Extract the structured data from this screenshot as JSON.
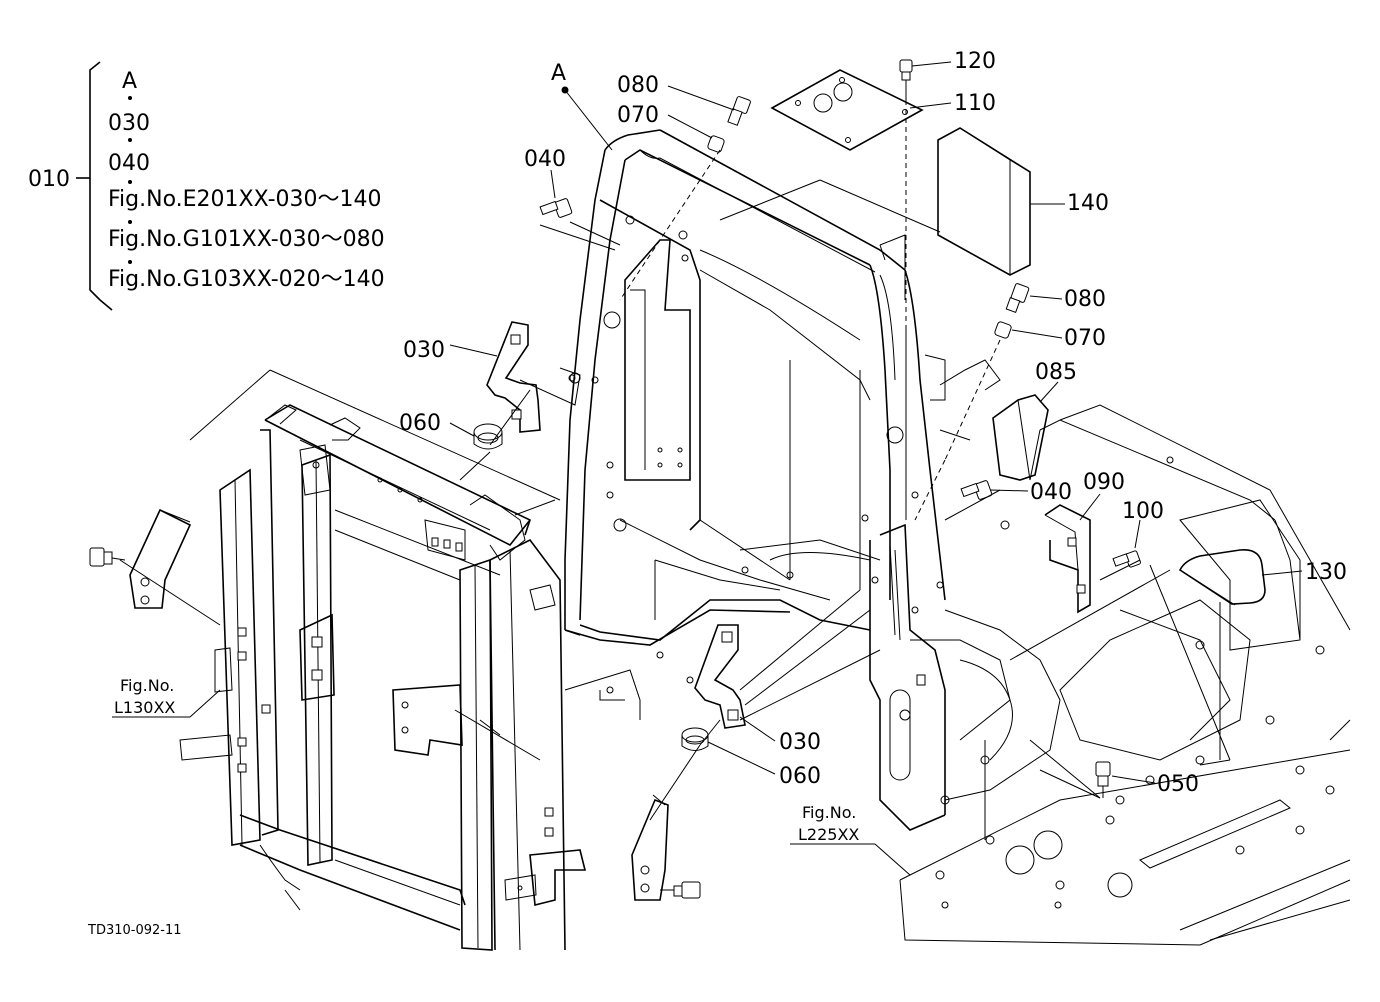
{
  "group": {
    "number": "010",
    "members": [
      "A",
      "030",
      "040",
      "Fig.No.E201XX-030～140",
      "Fig.No.G101XX-030～080",
      "Fig.No.G103XX-020～140"
    ]
  },
  "point_a": "A",
  "parts": {
    "p080_top": "080",
    "p070_top": "070",
    "p040_top": "040",
    "p120": "120",
    "p110": "110",
    "p140": "140",
    "p080_right": "080",
    "p070_right": "070",
    "p085": "085",
    "p030_left": "030",
    "p060_left": "060",
    "p040_mid": "040",
    "p090": "090",
    "p100": "100",
    "p130": "130",
    "p030_lower": "030",
    "p060_lower": "060",
    "p050": "050"
  },
  "refs": {
    "left_fig": "Fig.No.",
    "left_code": "L130XX",
    "right_fig": "Fig.No.",
    "right_code": "L225XX"
  },
  "drawing_code": "TD310-092-11"
}
